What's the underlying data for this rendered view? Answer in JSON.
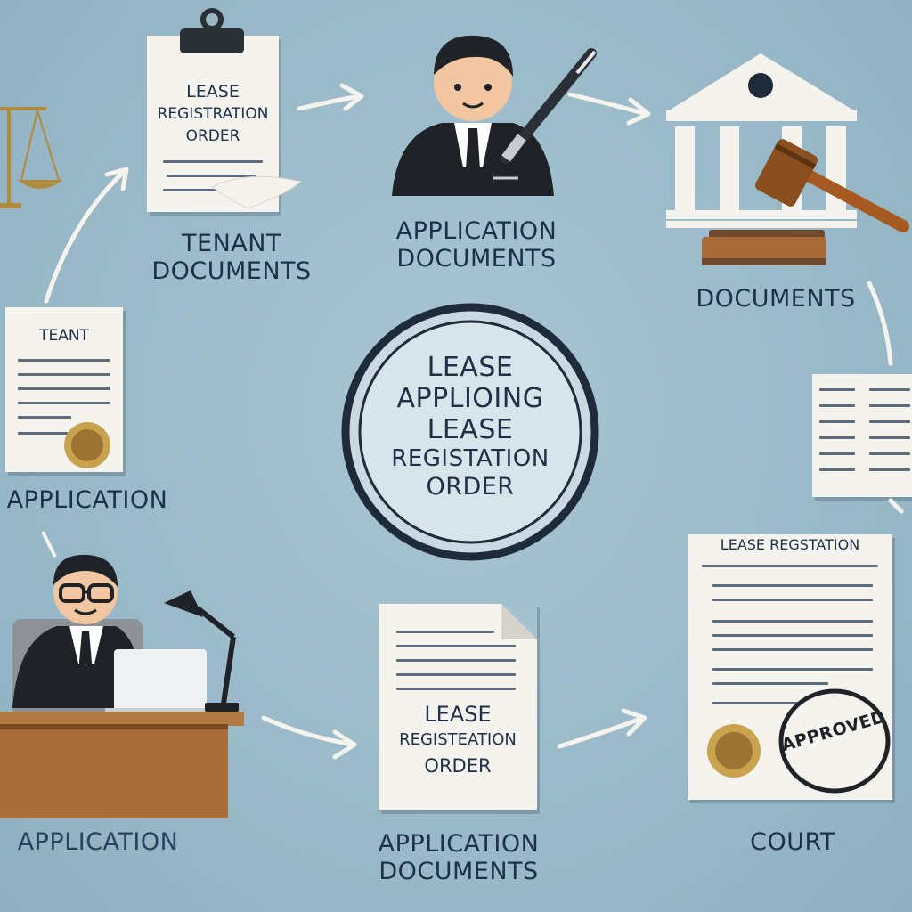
{
  "top_left_doc": {
    "line1": "LEASE",
    "line2": "REGISTRATION",
    "line3": "ORDER"
  },
  "tenant_documents_label": {
    "line1": "TENANT",
    "line2": "DOCUMENTS"
  },
  "application_documents_top_label": {
    "line1": "APPLICATION",
    "line2": "DOCUMENTS"
  },
  "documents_label_right": "DOCUMENTS",
  "tenant_doc_left": {
    "title": "TEANT"
  },
  "application_label_left": "APPLICATION",
  "center_seal": {
    "line1": "LEASE",
    "line2": "APPLIOING",
    "line3": "LEASE",
    "line4": "REGISTATION",
    "line5": "ORDER"
  },
  "bottom_center_doc": {
    "line1": "LEASE",
    "line2": "REGISTEATION",
    "line3": "ORDER"
  },
  "bottom_right_doc": {
    "title": "LEASE REGSTATION",
    "stamp": "APPROVED"
  },
  "application_label_bottom_left": "APPLICATION",
  "application_documents_bottom_label": {
    "line1": "APPLICATION",
    "line2": "DOCUMENTS"
  },
  "court_label": "COURT",
  "colors": {
    "background": "#9dbccb",
    "text": "#1d3048",
    "paper": "#f5f3ee",
    "seal_gold": "#b08a3e",
    "gavel_brown": "#8b4f1f",
    "suit_dark": "#1f2328",
    "desk_brown": "#b07a45"
  }
}
